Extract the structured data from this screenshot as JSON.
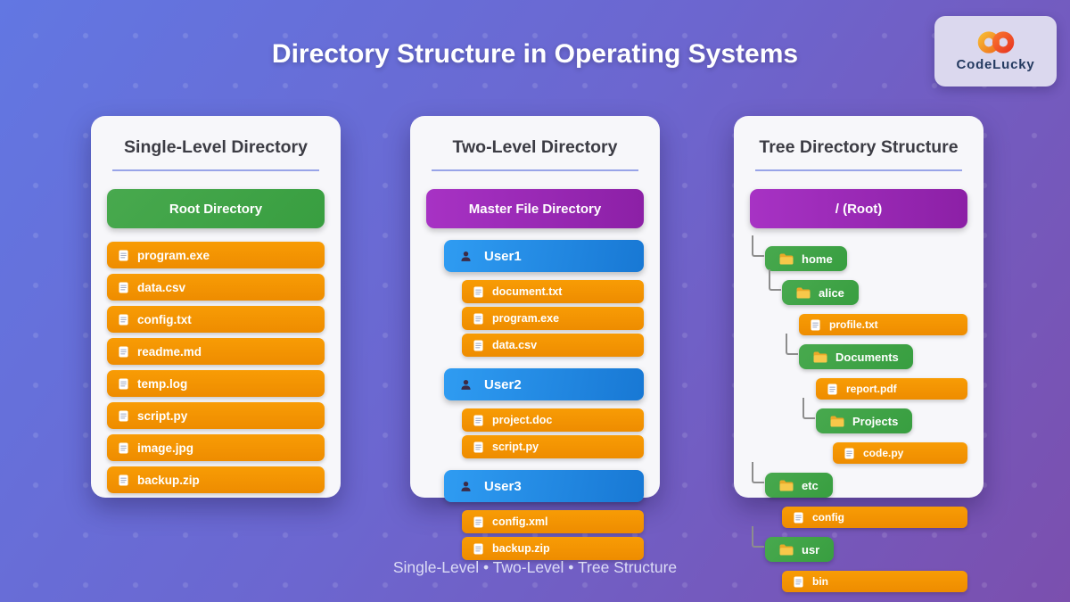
{
  "page": {
    "title": "Directory Structure in Operating Systems",
    "footer": "Single-Level • Two-Level • Tree Structure"
  },
  "logo": {
    "text": "CodeLucky",
    "icon": "infinity-icon"
  },
  "colors": {
    "background_top_left": "#6277e2",
    "background_bottom_right": "#7b4fae",
    "card_background": "#f7f7fa",
    "header_underline": "#98a4e8",
    "green": "#3f9e44",
    "orange": "#f39303",
    "purple": "#9a28b5",
    "blue": "#2490e4",
    "connector_gray": "#8d8d8d"
  },
  "cards": {
    "single_level": {
      "title": "Single-Level Directory",
      "root_label": "Root Directory",
      "file_icon": "file-icon",
      "files": [
        "program.exe",
        "data.csv",
        "config.txt",
        "readme.md",
        "temp.log",
        "script.py",
        "image.jpg",
        "backup.zip"
      ]
    },
    "two_level": {
      "title": "Two-Level Directory",
      "root_label": "Master File Directory",
      "user_icon": "user-icon",
      "file_icon": "file-icon",
      "users": [
        {
          "name": "User1",
          "files": [
            "document.txt",
            "program.exe",
            "data.csv"
          ]
        },
        {
          "name": "User2",
          "files": [
            "project.doc",
            "script.py"
          ]
        },
        {
          "name": "User3",
          "files": [
            "config.xml",
            "backup.zip"
          ]
        }
      ]
    },
    "tree": {
      "title": "Tree Directory Structure",
      "root_label": "/ (Root)",
      "folder_icon": "folder-icon",
      "file_icon": "file-icon",
      "nodes": [
        {
          "label": "home",
          "type": "folder",
          "level": 1,
          "elbow": true
        },
        {
          "label": "alice",
          "type": "folder",
          "level": 2,
          "elbow": true
        },
        {
          "label": "profile.txt",
          "type": "file",
          "level": 3,
          "elbow": false
        },
        {
          "label": "Documents",
          "type": "folder",
          "level": 3,
          "elbow": true
        },
        {
          "label": "report.pdf",
          "type": "file",
          "level": 4,
          "elbow": false
        },
        {
          "label": "Projects",
          "type": "folder",
          "level": 4,
          "elbow": true
        },
        {
          "label": "code.py",
          "type": "file",
          "level": 5,
          "elbow": false
        },
        {
          "label": "etc",
          "type": "folder",
          "level": 1,
          "elbow": true
        },
        {
          "label": "config",
          "type": "file",
          "level": 2,
          "elbow": false
        },
        {
          "label": "usr",
          "type": "folder",
          "level": 1,
          "elbow": true
        },
        {
          "label": "bin",
          "type": "file",
          "level": 2,
          "elbow": false
        }
      ]
    }
  }
}
